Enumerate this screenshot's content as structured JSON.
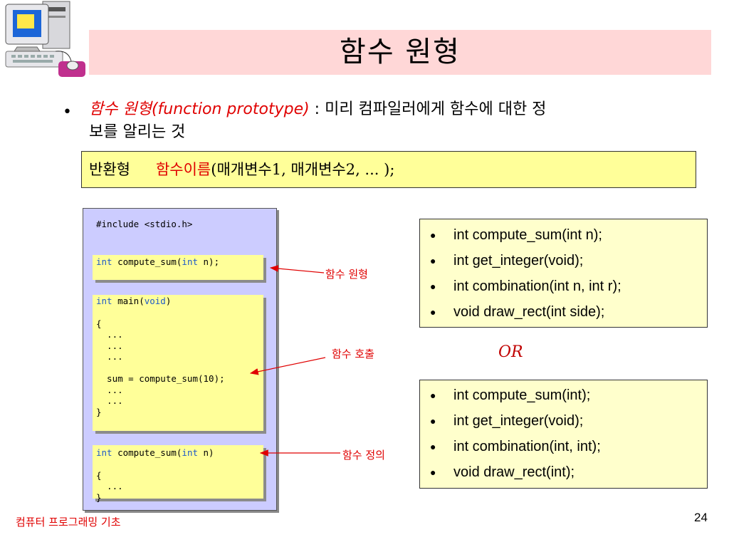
{
  "title": "함수 원형",
  "bullet": {
    "term": "함수 원형(function prototype)",
    "line1_rest": " : 미리 컴파일러에게 함수에 대한 정",
    "line2": "보를 알리는 것"
  },
  "prototype_syntax": {
    "return_type": "반환형",
    "function_name": "함수이름",
    "params": "(매개변수1,   매개변수2, ... );"
  },
  "code": {
    "include": "#include <stdio.h>",
    "prototype_block": {
      "kw1": "int",
      "mid": " compute_sum(",
      "kw2": "int",
      "end": " n);"
    },
    "main_block": {
      "head_kw": "int",
      "head_mid": " main(",
      "head_kw2": "void",
      "head_end": ")",
      "lines": [
        "{",
        "  ...",
        "  ...",
        "  ...",
        "",
        "  sum = compute_sum(10);",
        "  ...",
        "  ...",
        "}"
      ]
    },
    "definition_block": {
      "head_kw": "int",
      "head_mid": " compute_sum(",
      "head_kw2": "int",
      "head_end": " n)",
      "lines": [
        "{",
        "  ...",
        "}"
      ]
    }
  },
  "annotations": {
    "prototype": "함수 원형",
    "call": "함수 호출",
    "definition": "함수 정의"
  },
  "list1": [
    "int compute_sum(int n);",
    "int get_integer(void);",
    "int combination(int n, int r);",
    "void draw_rect(int side);"
  ],
  "or_label": "OR",
  "list2": [
    "int compute_sum(int);",
    "int get_integer(void);",
    "int combination(int, int);",
    "void draw_rect(int);"
  ],
  "footer": "컴퓨터 프로그래밍 기초",
  "page_number": "24",
  "colors": {
    "title_bg": "#ffd7d7",
    "highlight_red": "#e00000",
    "code_panel": "#ccccff",
    "code_block": "#ffff99",
    "keyword": "#1e5ac8"
  },
  "icons": {
    "logo": "computer-icon"
  }
}
